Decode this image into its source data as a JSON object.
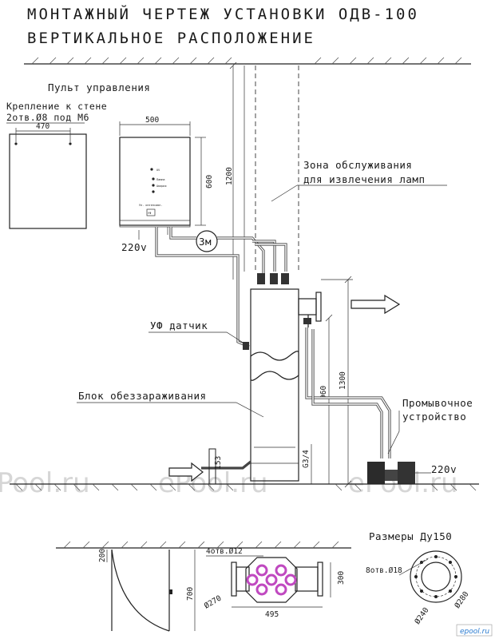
{
  "title": {
    "line1": "МОНТАЖНЫЙ ЧЕРТЕЖ УСТАНОВКИ ОДВ-100",
    "line2": "ВЕРТИКАЛЬНОЕ РАСПОЛОЖЕНИЕ"
  },
  "labels": {
    "control_panel": "Пульт управления",
    "wall_mount_1": "Крепление к стене",
    "wall_mount_2": "2отв.Ø8 под М6",
    "service_zone_1": "Зона обслуживания",
    "service_zone_2": "для извлечения ламп",
    "uv_sensor": "УФ датчик",
    "disinfection_block": "Блок обеззараживания",
    "flush_device_1": "Промывочное",
    "flush_device_2": "устройство",
    "power_left": "220v",
    "power_right": "220v",
    "cable_3m": "3м",
    "sizes_du150": "Размеры Ду150"
  },
  "dimensions": {
    "d470": "470",
    "d500": "500",
    "d600": "600",
    "d1200": "1200",
    "d1300": "1300",
    "d960": "960",
    "d153": "153",
    "g34": "G3/4",
    "d200": "200",
    "d700": "700",
    "d300": "300",
    "d495": "495",
    "holes4": "4отв.Ø12",
    "d270": "Ø270",
    "holes8": "8отв.Ø18",
    "d240": "Ø240",
    "d280": "Ø280"
  },
  "panel_text": {
    "uv_on": "UV",
    "power": "ON",
    "lamp": "Лампа",
    "alarm": "Авария",
    "hours": "Ул. интенсивн.",
    "label_box": "УФ"
  },
  "watermarks": [
    "Pool.ru",
    "ePool.ru",
    "ePool.ru"
  ],
  "corner_logo": "epool.ru"
}
